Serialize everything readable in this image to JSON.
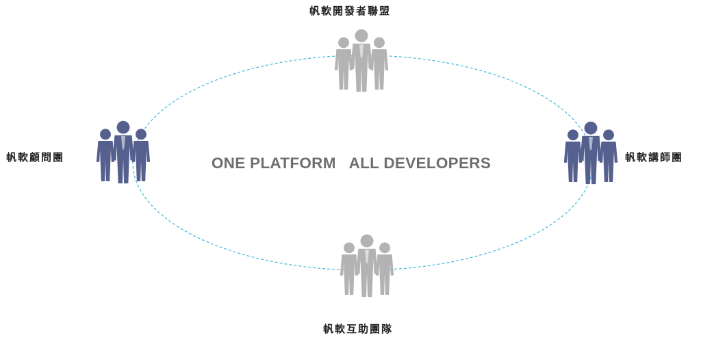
{
  "center_text": "ONE PLATFORM   ALL DEVELOPERS",
  "nodes": {
    "top": {
      "label": "帆軟開發者聯盟",
      "icon": "people-group-icon",
      "color": "#b3b3b3"
    },
    "left": {
      "label": "帆軟顧問團",
      "icon": "people-group-icon",
      "color": "#55608f"
    },
    "right": {
      "label": "帆軟講師團",
      "icon": "people-group-icon",
      "color": "#55608f"
    },
    "bottom": {
      "label": "帆軟互助團隊",
      "icon": "people-group-icon",
      "color": "#b3b3b3"
    }
  },
  "ring": {
    "style": "dashed",
    "color": "#3eb6dd"
  }
}
